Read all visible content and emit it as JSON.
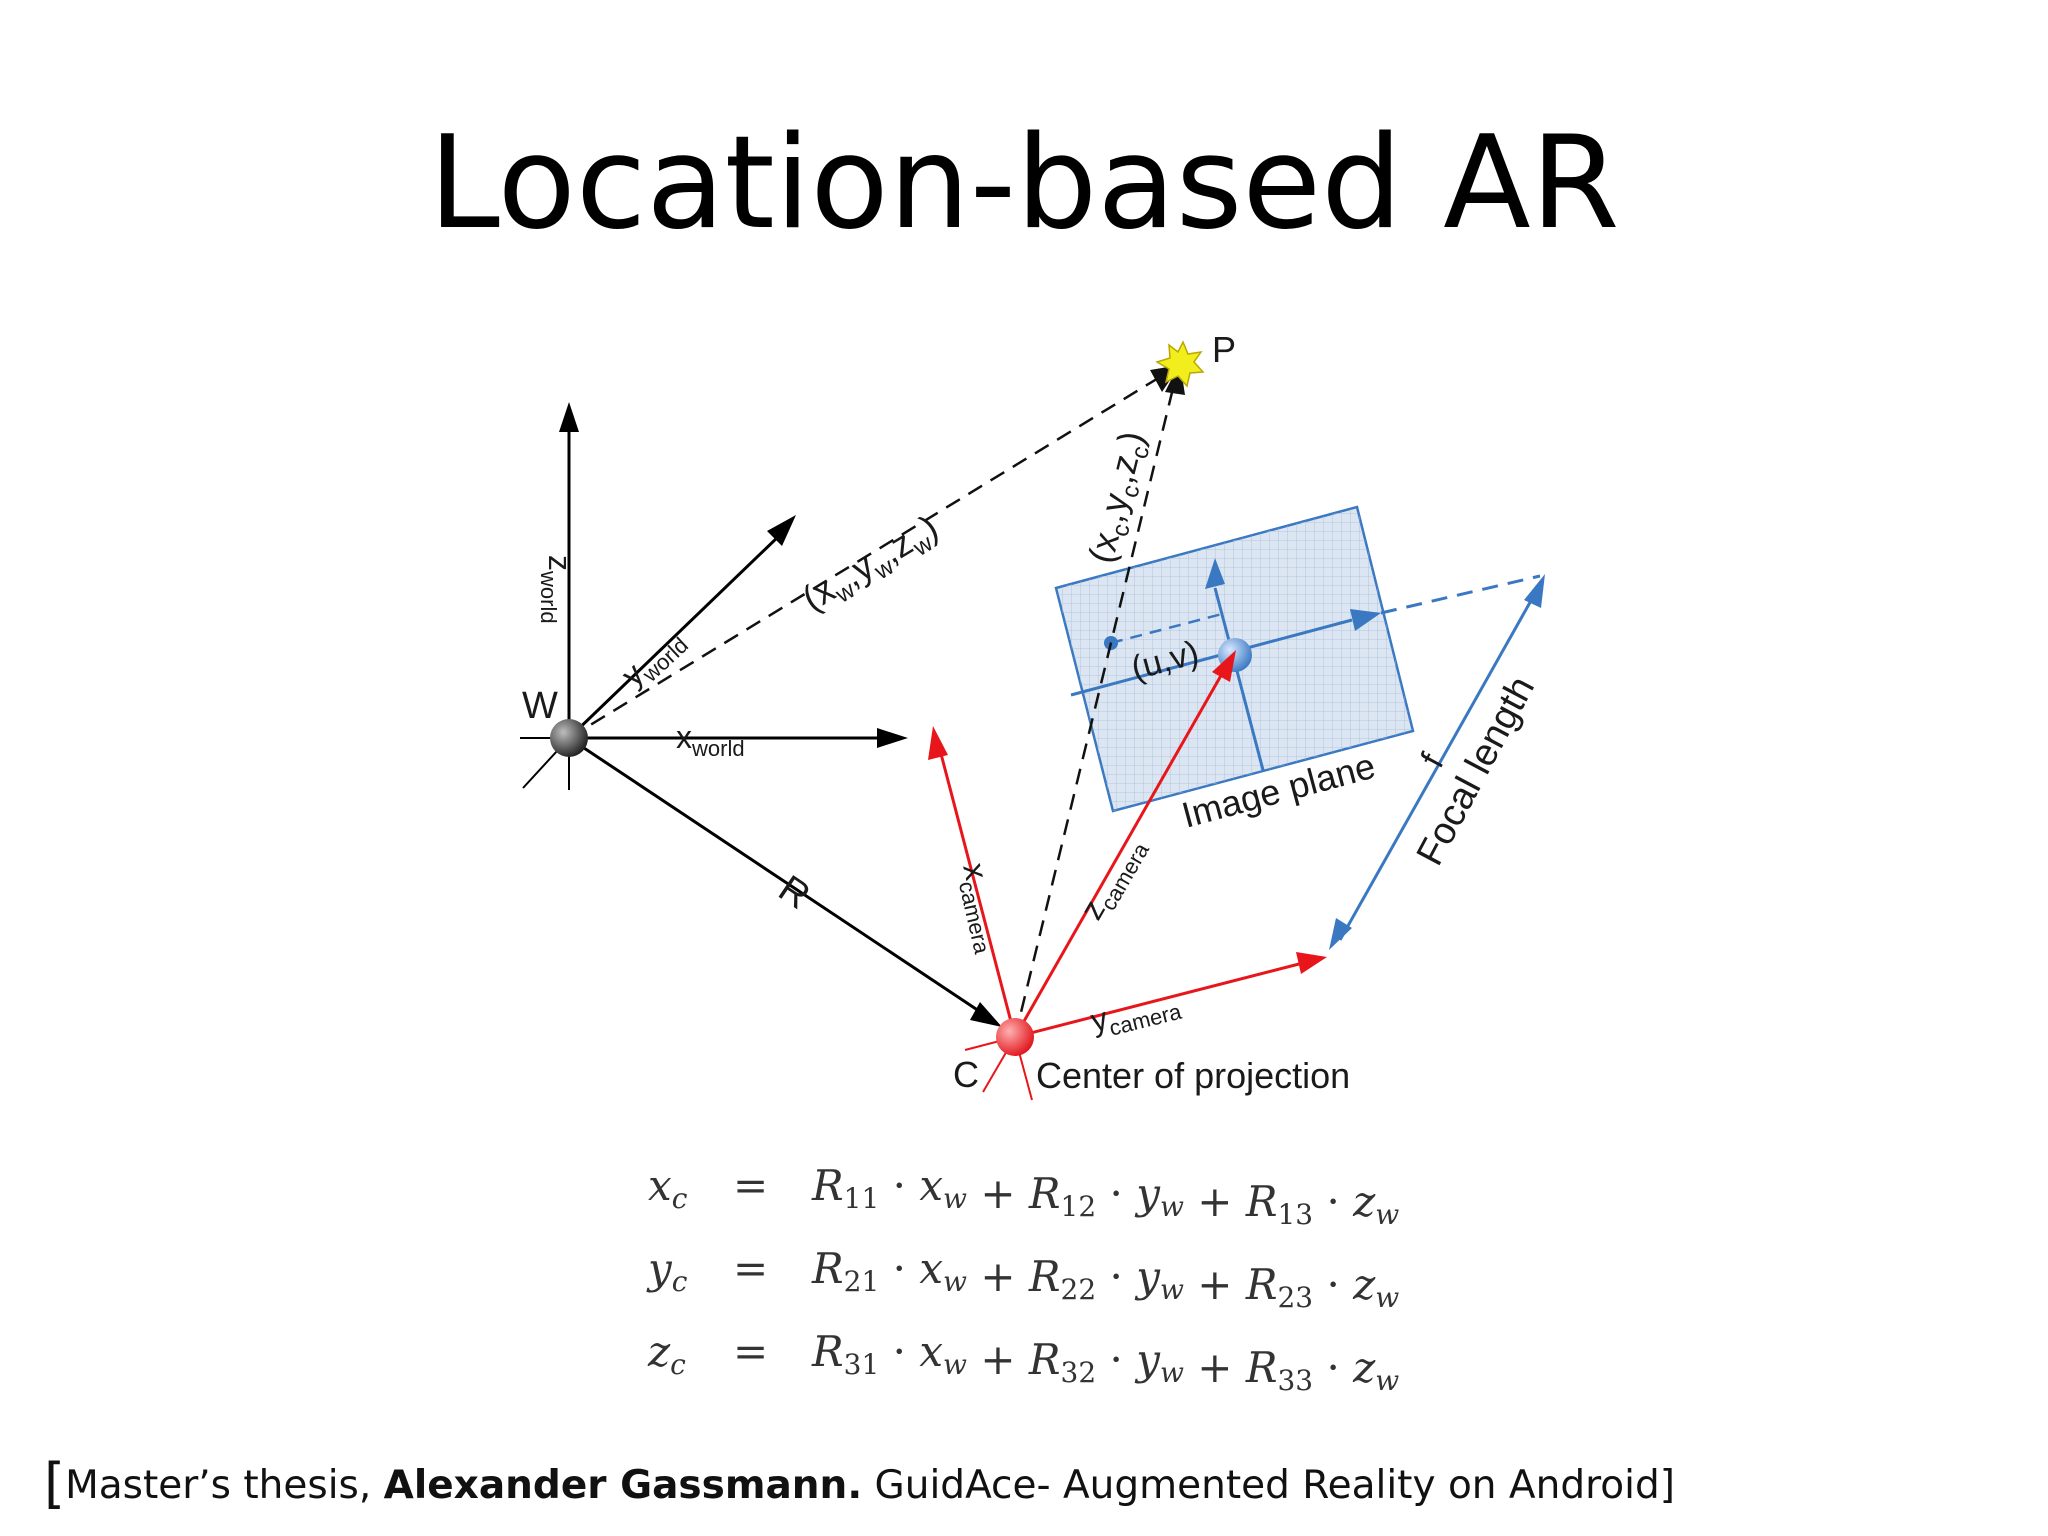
{
  "slide": {
    "title": "Location-based AR"
  },
  "diagram": {
    "labels": {
      "point": "P",
      "world_origin": "W",
      "camera_origin": "C",
      "z_world_main": "z",
      "z_world_sub": "world",
      "y_world_main": "y",
      "y_world_sub": "world",
      "x_world_main": "x",
      "x_world_sub": "world",
      "world_coords": "(x",
      "world_coords_sub1": "w",
      "world_coords_sep1": ",y",
      "world_coords_sub2": "w",
      "world_coords_sep2": ",z",
      "world_coords_sub3": "w",
      "world_coords_end": ")",
      "cam_coords": "(x",
      "cam_coords_sub1": "c",
      "cam_coords_sep1": ",y",
      "cam_coords_sub2": "c",
      "cam_coords_sep2": ",z",
      "cam_coords_sub3": "c",
      "cam_coords_end": ")",
      "uv": "(u,v)",
      "image_plane": "Image plane",
      "focal_f": "f",
      "focal_length": "Focal length",
      "rotation": "R",
      "x_camera_main": "x",
      "x_camera_sub": "camera",
      "z_camera_main": "z",
      "z_camera_sub": "camera",
      "y_camera_main": "y",
      "y_camera_sub": "camera",
      "center_of_projection": "Center of projection"
    },
    "colors": {
      "world_axes": "#000000",
      "camera_axes": "#e8161b",
      "image_plane": "#3a78c2",
      "image_plane_fill": "#dce6f2",
      "point_star": "#f2ee1e"
    }
  },
  "equations": [
    {
      "lhs": "x",
      "lhs_sub": "c",
      "rhs": [
        "R",
        "11",
        "x",
        "w",
        "R",
        "12",
        "y",
        "w",
        "R",
        "13",
        "z",
        "w"
      ]
    },
    {
      "lhs": "y",
      "lhs_sub": "c",
      "rhs": [
        "R",
        "21",
        "x",
        "w",
        "R",
        "22",
        "y",
        "w",
        "R",
        "23",
        "z",
        "w"
      ]
    },
    {
      "lhs": "z",
      "lhs_sub": "c",
      "rhs": [
        "R",
        "31",
        "x",
        "w",
        "R",
        "32",
        "y",
        "w",
        "R",
        "33",
        "z",
        "w"
      ]
    }
  ],
  "citation": {
    "open_bracket": "[",
    "prefix": "Master’s thesis, ",
    "author": "Alexander Gassmann.",
    "suffix": " GuidAce- Augmented Reality on Android]"
  }
}
